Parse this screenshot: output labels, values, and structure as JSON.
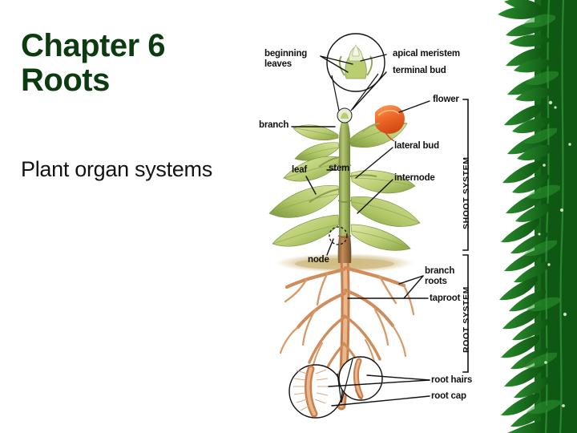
{
  "slide": {
    "title": "Chapter 6\nRoots",
    "subtitle": "Plant organ systems",
    "title_color": "#0d3b10",
    "subtitle_color": "#141414",
    "background_color": "#ffffff"
  },
  "diagram": {
    "name": "plant-organ-systems-diagram",
    "labels": [
      {
        "id": "beginning-leaves",
        "text": "beginning\nleaves",
        "side": "left"
      },
      {
        "id": "apical-meristem",
        "text": "apical meristem",
        "side": "right"
      },
      {
        "id": "terminal-bud",
        "text": "terminal bud",
        "side": "right"
      },
      {
        "id": "flower",
        "text": "flower",
        "side": "right"
      },
      {
        "id": "branch",
        "text": "branch",
        "side": "left"
      },
      {
        "id": "leaf",
        "text": "leaf",
        "side": "left"
      },
      {
        "id": "stem",
        "text": "stem",
        "side": "left"
      },
      {
        "id": "lateral-bud",
        "text": "lateral bud",
        "side": "right"
      },
      {
        "id": "internode",
        "text": "internode",
        "side": "right"
      },
      {
        "id": "node",
        "text": "node",
        "side": "left"
      },
      {
        "id": "branch-roots",
        "text": "branch\nroots",
        "side": "right"
      },
      {
        "id": "taproot",
        "text": "taproot",
        "side": "right"
      },
      {
        "id": "root-hairs",
        "text": "root hairs",
        "side": "right"
      },
      {
        "id": "root-cap",
        "text": "root cap",
        "side": "right"
      }
    ],
    "systems": [
      {
        "id": "shoot-system",
        "text": "SHOOT SYSTEM"
      },
      {
        "id": "root-system",
        "text": "ROOT SYSTEM"
      }
    ],
    "colors": {
      "leaf_light": "#cdd98a",
      "leaf_mid": "#a9bf62",
      "leaf_dark": "#7f9a44",
      "stem": "#8a9a4e",
      "stem_base": "#8d6239",
      "flower": "#e8622a",
      "root": "#e0a070",
      "root_dark": "#c4794a",
      "soil": "#cbb577",
      "line": "#111111"
    }
  },
  "bamboo_border": {
    "name": "bamboo-foliage-border",
    "leaf_color": "#1f7a1f",
    "leaf_color_dark": "#0f5513",
    "leaf_color_light": "#2e9b33"
  }
}
